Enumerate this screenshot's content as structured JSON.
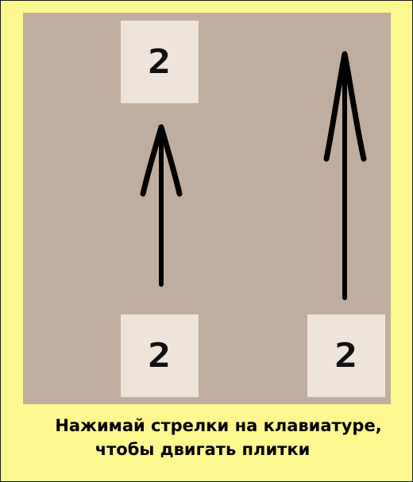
{
  "board": {
    "tiles": [
      {
        "value": "2",
        "row": 0,
        "col": 1
      },
      {
        "value": "2",
        "row": 3,
        "col": 1
      },
      {
        "value": "2",
        "row": 3,
        "col": 3
      }
    ],
    "colors": {
      "page_bg": "#fdf78f",
      "board_bg": "#bfae9f",
      "tile_bg": "#efe4da",
      "tile_text": "#111111",
      "arrow": "#000000"
    }
  },
  "hint": {
    "line1": "Нажимай стрелки на клавиатуре,",
    "line2": "чтобы двигать плитки"
  }
}
